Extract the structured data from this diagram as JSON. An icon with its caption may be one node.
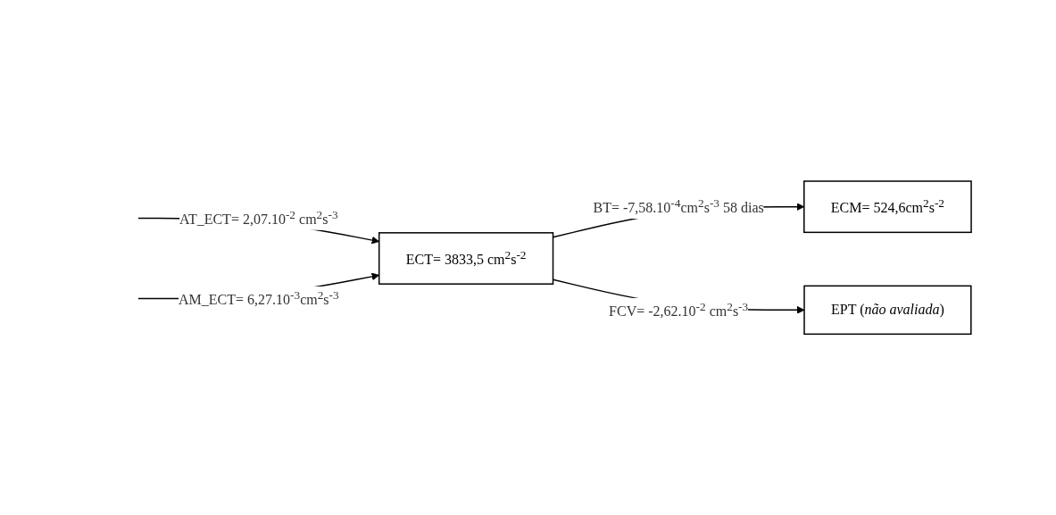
{
  "diagram": {
    "nodes": [
      {
        "text": [
          "ECM= 524,6cm$^{2}$s$^{-2}$"
        ]
      },
      {
        "text": [
          "ECT= 3833,5 cm$^{2}$s$^{-2}$"
        ]
      },
      {
        "text": [
          "EPT (*não avaliada*)"
        ]
      }
    ],
    "edges": [
      {
        "from": null,
        "to": 1,
        "arrow": "to",
        "label": "AT_ECT= 2,07.10$^{-2}$ cm$^{2}$s$^{-3}$"
      },
      {
        "from": null,
        "to": 1,
        "arrow": "to",
        "label": "AM_ECT= 6,27.10$^{-3}$cm$^{2}$s$^{-3}$"
      },
      {
        "from": 1,
        "to": 0,
        "arrow": "to",
        "label": "BT= -7,58.10$^{-4}$cm$^{2}$s$^{-3}$ 58 dias"
      },
      {
        "from": 1,
        "to": 2,
        "arrow": "to",
        "label": "FCV= -2,62.10$^{-2}$ cm$^{2}$s$^{-3}$"
      }
    ]
  }
}
